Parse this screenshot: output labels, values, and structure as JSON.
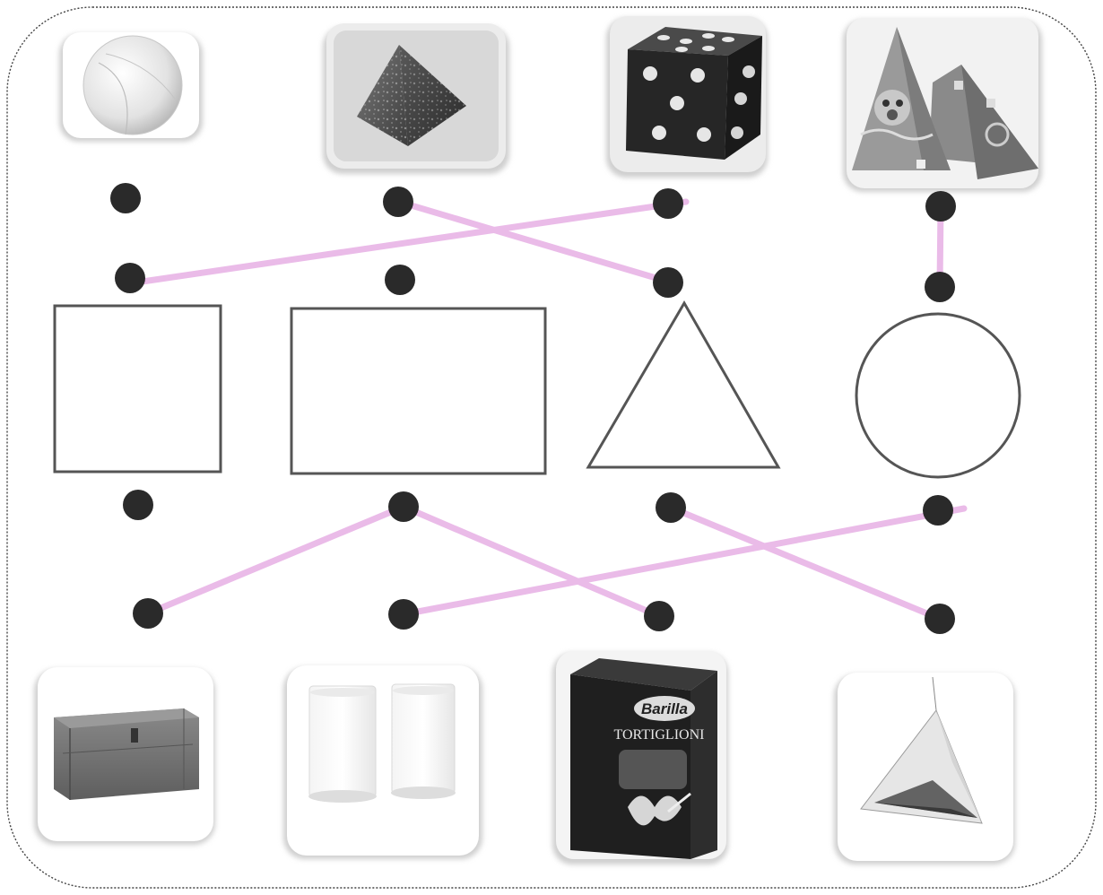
{
  "worksheet": {
    "top_objects": [
      {
        "name": "ball",
        "icon": "ball-image"
      },
      {
        "name": "pyramid",
        "icon": "pyramid-image"
      },
      {
        "name": "die",
        "icon": "dice-image"
      },
      {
        "name": "party-hats",
        "icon": "party-hat-image"
      }
    ],
    "shapes": [
      {
        "name": "square",
        "icon": "square-outline"
      },
      {
        "name": "rectangle",
        "icon": "rectangle-outline"
      },
      {
        "name": "triangle",
        "icon": "triangle-outline"
      },
      {
        "name": "circle",
        "icon": "circle-outline"
      }
    ],
    "bottom_objects": [
      {
        "name": "wooden-chest",
        "icon": "chest-image"
      },
      {
        "name": "glasses-of-milk",
        "icon": "glass-image"
      },
      {
        "name": "pasta-box",
        "icon": "box-image"
      },
      {
        "name": "tea-bag",
        "icon": "teabag-image"
      }
    ],
    "pasta_box": {
      "brand": "Barilla",
      "product": "TORTIGLIONI"
    },
    "connections_top": [
      {
        "from": "pyramid",
        "to": "triangle"
      },
      {
        "from": "die",
        "to": "square"
      },
      {
        "from": "party-hats",
        "to": "circle"
      }
    ],
    "connections_bottom": [
      {
        "from": "rectangle",
        "to": "wooden-chest"
      },
      {
        "from": "rectangle",
        "to": "pasta-box"
      },
      {
        "from": "triangle",
        "to": "tea-bag"
      },
      {
        "from": "circle",
        "to": "glasses-of-milk"
      }
    ],
    "colors": {
      "line": "#e8b4e6",
      "dot": "#2a2a2a",
      "shape_stroke": "#555555",
      "frame": "#444444"
    }
  }
}
